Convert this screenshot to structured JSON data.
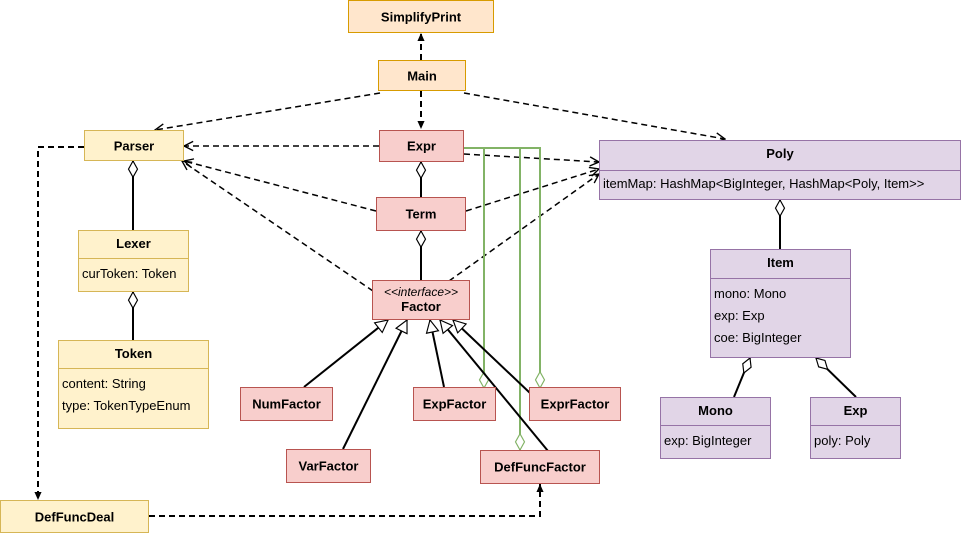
{
  "diagram": {
    "classes": {
      "simplifyprint": {
        "name": "SimplifyPrint"
      },
      "main": {
        "name": "Main"
      },
      "parser": {
        "name": "Parser"
      },
      "expr": {
        "name": "Expr"
      },
      "term": {
        "name": "Term"
      },
      "factor": {
        "name": "Factor",
        "stereotype": "<<interface>>"
      },
      "lexer": {
        "name": "Lexer",
        "fields": [
          "curToken: Token"
        ]
      },
      "token": {
        "name": "Token",
        "fields": [
          "content: String",
          "type: TokenTypeEnum"
        ]
      },
      "poly": {
        "name": "Poly",
        "fields": [
          "itemMap: HashMap<BigInteger, HashMap<Poly, Item>>"
        ]
      },
      "item": {
        "name": "Item",
        "fields": [
          "mono: Mono",
          "exp: Exp",
          "coe: BigInteger"
        ]
      },
      "mono": {
        "name": "Mono",
        "fields": [
          "exp: BigInteger"
        ]
      },
      "exp": {
        "name": "Exp",
        "fields": [
          "poly: Poly"
        ]
      },
      "numfactor": {
        "name": "NumFactor"
      },
      "varfactor": {
        "name": "VarFactor"
      },
      "expfactor": {
        "name": "ExpFactor"
      },
      "exprfactor": {
        "name": "ExprFactor"
      },
      "deffuncfactor": {
        "name": "DefFuncFactor"
      },
      "deffuncdeal": {
        "name": "DefFuncDeal"
      }
    },
    "relations": [
      {
        "from": "Main",
        "to": "SimplifyPrint",
        "kind": "dependency"
      },
      {
        "from": "Main",
        "to": "Parser",
        "kind": "dependency"
      },
      {
        "from": "Main",
        "to": "Expr",
        "kind": "dependency"
      },
      {
        "from": "Main",
        "to": "Poly",
        "kind": "dependency"
      },
      {
        "from": "Expr",
        "to": "Parser",
        "kind": "dependency"
      },
      {
        "from": "Expr",
        "to": "Poly",
        "kind": "dependency"
      },
      {
        "from": "Term",
        "to": "Parser",
        "kind": "dependency"
      },
      {
        "from": "Term",
        "to": "Poly",
        "kind": "dependency"
      },
      {
        "from": "Factor",
        "to": "Parser",
        "kind": "dependency"
      },
      {
        "from": "Factor",
        "to": "Poly",
        "kind": "dependency"
      },
      {
        "from": "Parser",
        "to": "DefFuncDeal",
        "kind": "dependency"
      },
      {
        "from": "DefFuncDeal",
        "to": "DefFuncFactor",
        "kind": "dependency"
      },
      {
        "from": "Term",
        "to": "Expr",
        "kind": "aggregation"
      },
      {
        "from": "Factor",
        "to": "Term",
        "kind": "aggregation"
      },
      {
        "from": "Lexer",
        "to": "Parser",
        "kind": "aggregation"
      },
      {
        "from": "Token",
        "to": "Lexer",
        "kind": "aggregation"
      },
      {
        "from": "Item",
        "to": "Poly",
        "kind": "aggregation"
      },
      {
        "from": "Mono",
        "to": "Item",
        "kind": "aggregation"
      },
      {
        "from": "Exp",
        "to": "Item",
        "kind": "aggregation"
      },
      {
        "from": "Expr",
        "to": "ExpFactor",
        "kind": "aggregation"
      },
      {
        "from": "Expr",
        "to": "DefFuncFactor",
        "kind": "aggregation"
      },
      {
        "from": "Expr",
        "to": "ExprFactor",
        "kind": "aggregation"
      },
      {
        "from": "NumFactor",
        "to": "Factor",
        "kind": "realization"
      },
      {
        "from": "VarFactor",
        "to": "Factor",
        "kind": "realization"
      },
      {
        "from": "ExpFactor",
        "to": "Factor",
        "kind": "realization"
      },
      {
        "from": "ExprFactor",
        "to": "Factor",
        "kind": "realization"
      },
      {
        "from": "DefFuncFactor",
        "to": "Factor",
        "kind": "realization"
      }
    ],
    "colors": {
      "yellow_fill": "#fff2cc",
      "yellow_stroke": "#d6b656",
      "orange_fill": "#ffe6cc",
      "orange_stroke": "#d79b00",
      "red_fill": "#f8cecc",
      "red_stroke": "#b85450",
      "purple_fill": "#e1d5e7",
      "purple_stroke": "#9673a6",
      "green_line": "#82b366"
    }
  }
}
